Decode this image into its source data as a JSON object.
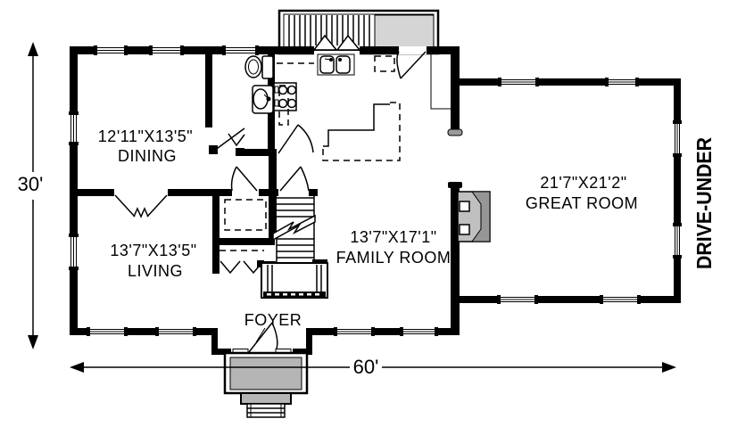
{
  "plan": {
    "rooms": {
      "dining": {
        "size": "12'11\"X13'5\"",
        "name": "DINING"
      },
      "living": {
        "size": "13'7\"X13'5\"",
        "name": "LIVING"
      },
      "family": {
        "size": "13'7\"X17'1\"",
        "name": "FAMILY ROOM"
      },
      "great": {
        "size": "21'7\"X21'2\"",
        "name": "GREAT ROOM"
      },
      "foyer": {
        "name": "FOYER"
      }
    },
    "dimensions": {
      "depth": "30'",
      "width": "60'"
    },
    "side_label": "DRIVE-UNDER",
    "colors": {
      "walls": "#000000",
      "background": "#ffffff",
      "porch_fill": "#b5b5b5",
      "deck_landing_fill": "#d5d5d5",
      "fireplace_light": "#c0c0c0",
      "fireplace_dark": "#969696"
    }
  }
}
